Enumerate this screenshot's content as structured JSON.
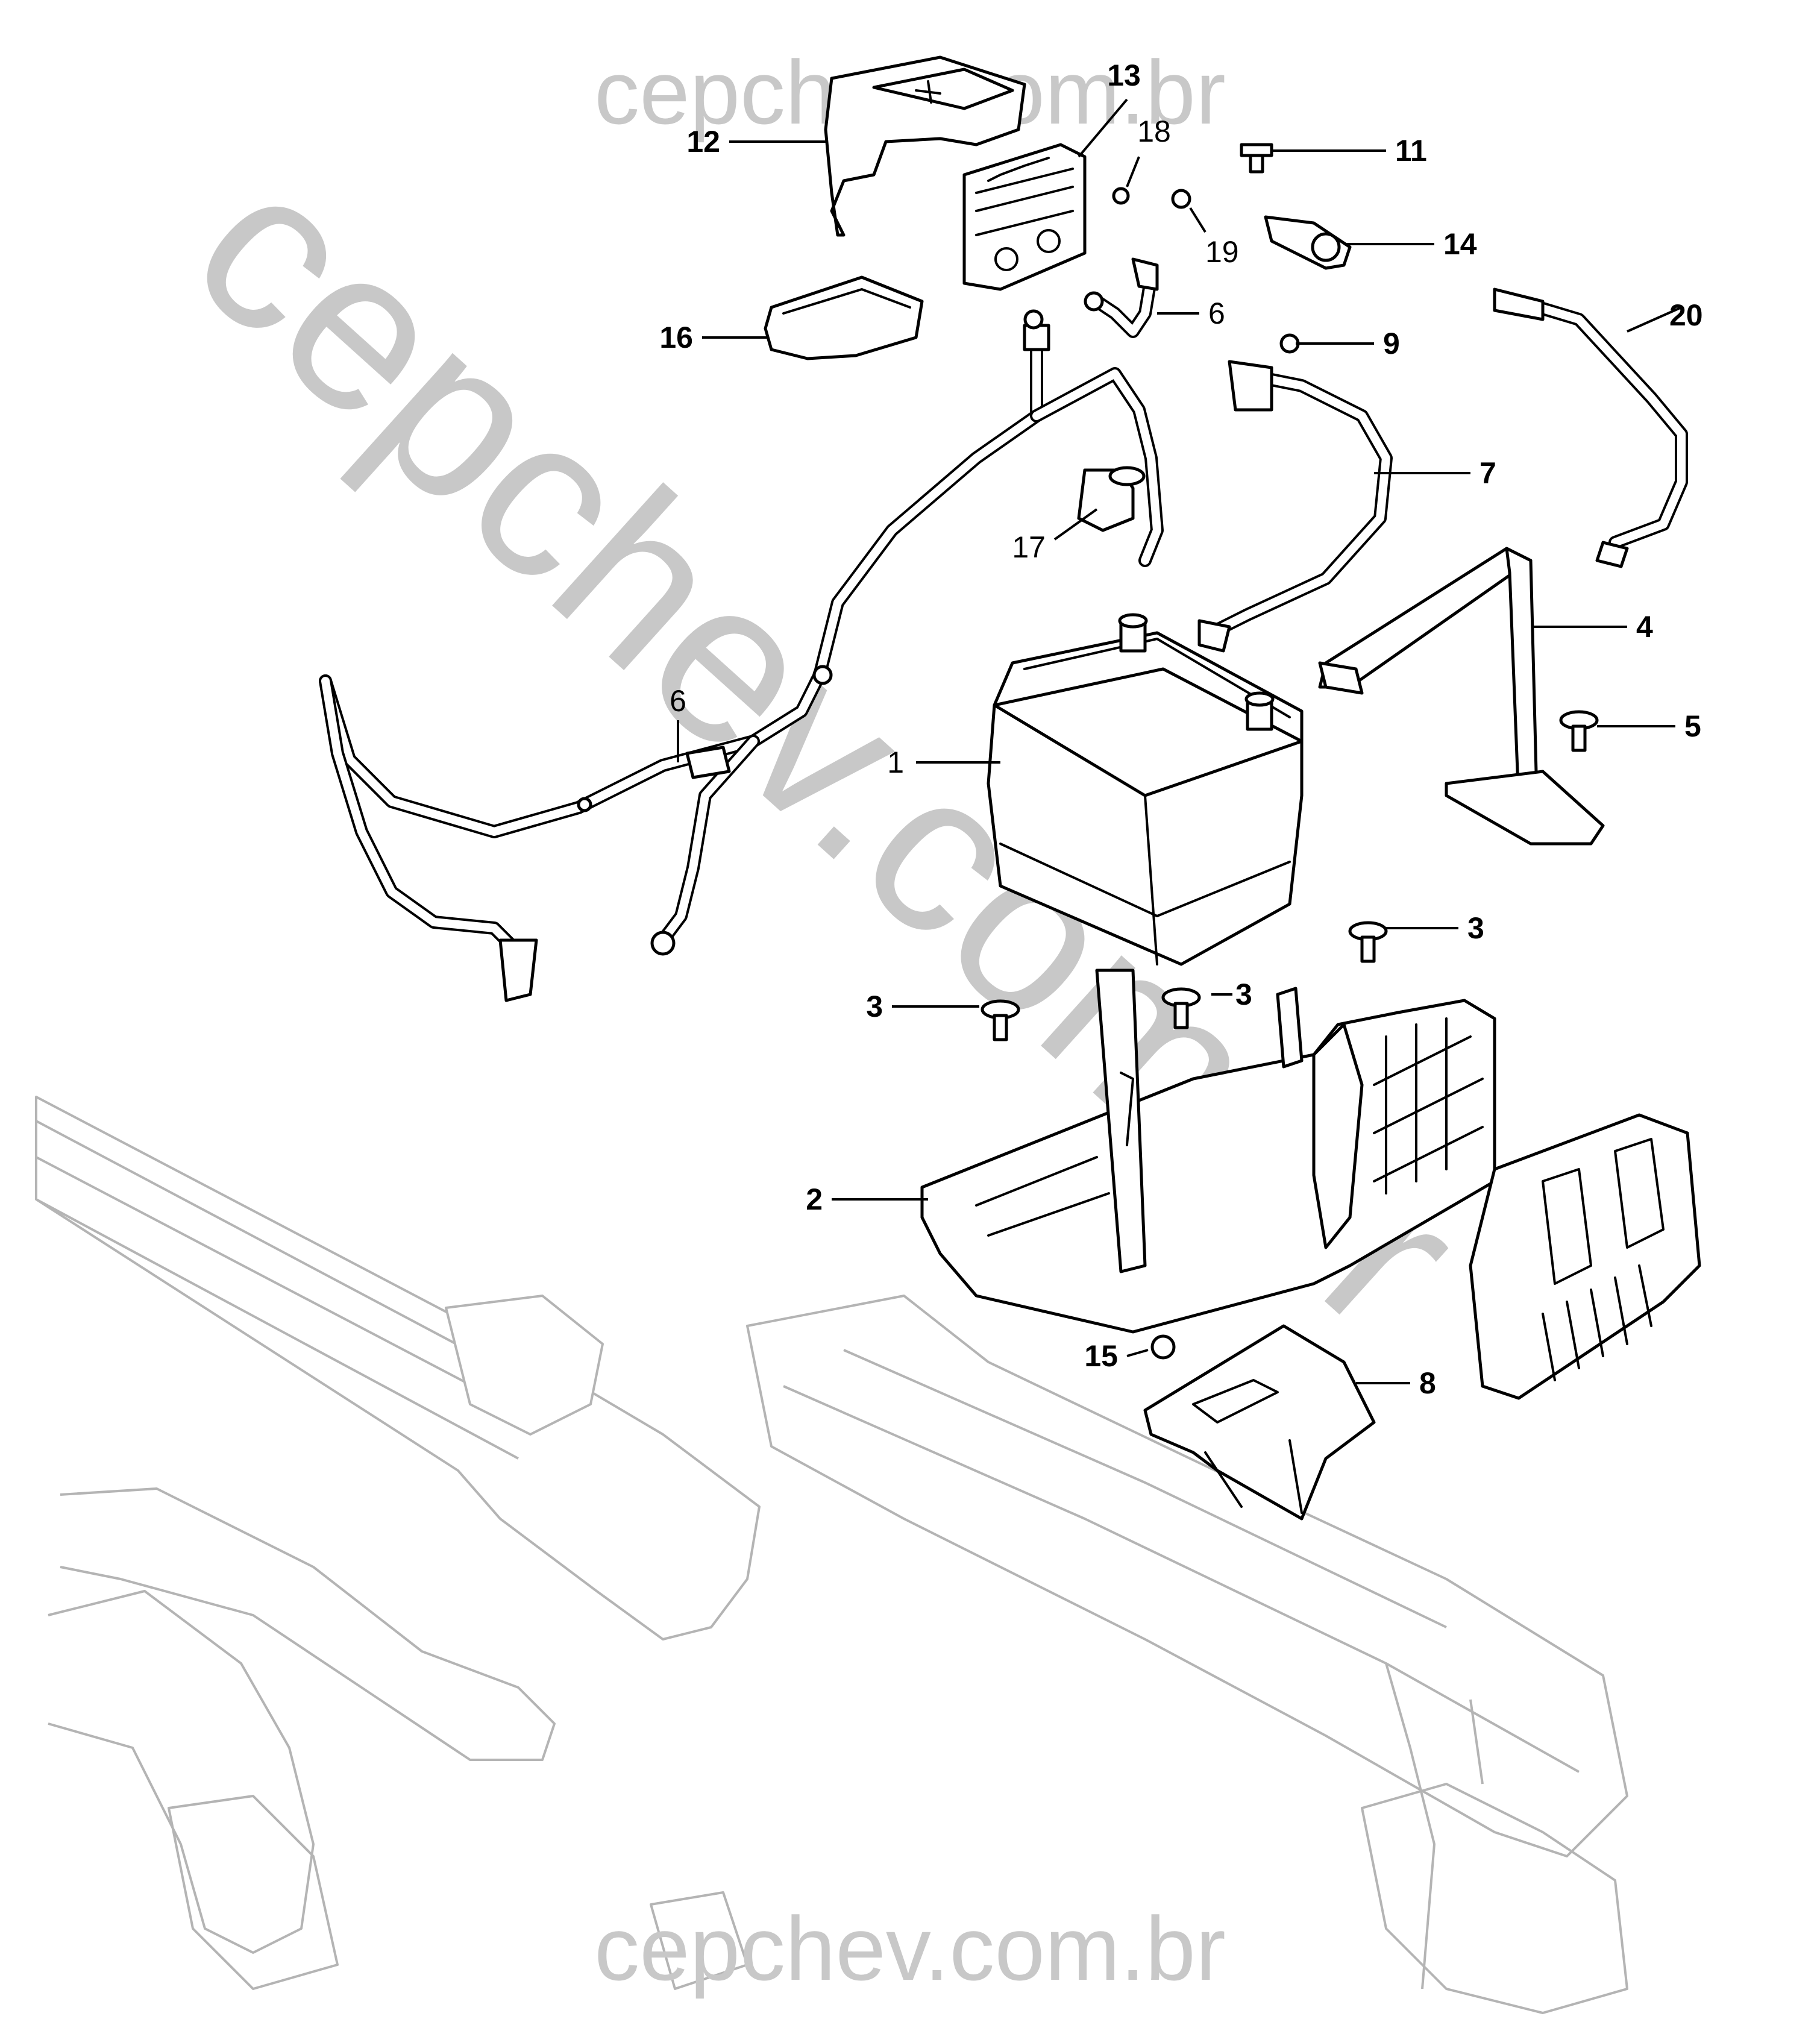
{
  "watermark": {
    "top": "cepchev.com.br",
    "bottom": "cepchev.com.br",
    "diagonal": "cepchev.com.br"
  },
  "callouts": [
    {
      "id": "1",
      "label": "1",
      "style": "regular"
    },
    {
      "id": "2",
      "label": "2",
      "style": "bold"
    },
    {
      "id": "3a",
      "label": "3",
      "style": "bold"
    },
    {
      "id": "3b",
      "label": "3",
      "style": "bold"
    },
    {
      "id": "3c",
      "label": "3",
      "style": "bold"
    },
    {
      "id": "4",
      "label": "4",
      "style": "bold"
    },
    {
      "id": "5",
      "label": "5",
      "style": "bold"
    },
    {
      "id": "6a",
      "label": "6",
      "style": "regular"
    },
    {
      "id": "6b",
      "label": "6",
      "style": "regular"
    },
    {
      "id": "7",
      "label": "7",
      "style": "bold"
    },
    {
      "id": "8",
      "label": "8",
      "style": "bold"
    },
    {
      "id": "9",
      "label": "9",
      "style": "bold"
    },
    {
      "id": "11",
      "label": "11",
      "style": "bold"
    },
    {
      "id": "12",
      "label": "12",
      "style": "bold"
    },
    {
      "id": "13",
      "label": "13",
      "style": "bold"
    },
    {
      "id": "14",
      "label": "14",
      "style": "bold"
    },
    {
      "id": "15",
      "label": "15",
      "style": "bold"
    },
    {
      "id": "16",
      "label": "16",
      "style": "bold"
    },
    {
      "id": "17",
      "label": "17",
      "style": "regular"
    },
    {
      "id": "18",
      "label": "18",
      "style": "regular"
    },
    {
      "id": "19",
      "label": "19",
      "style": "regular"
    },
    {
      "id": "20",
      "label": "20",
      "style": "bold"
    }
  ]
}
